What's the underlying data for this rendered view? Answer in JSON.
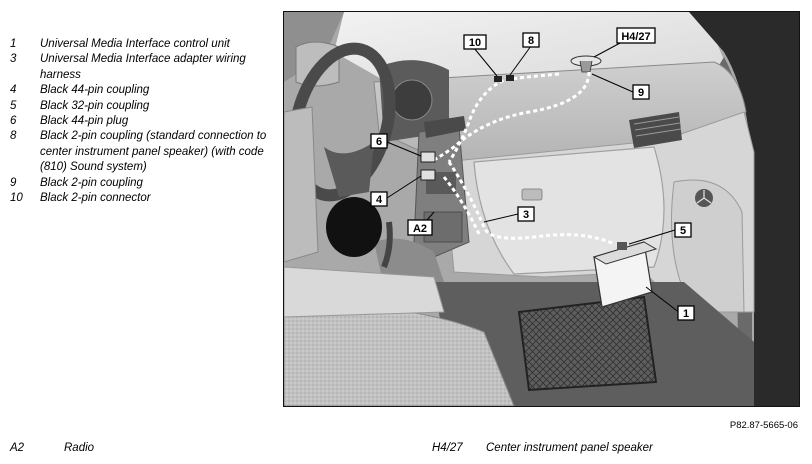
{
  "legend": [
    {
      "num": "1",
      "text": "Universal Media Interface control unit"
    },
    {
      "num": "3",
      "text": "Universal Media Interface adapter wiring harness"
    },
    {
      "num": "4",
      "text": "Black 44-pin coupling"
    },
    {
      "num": "5",
      "text": "Black 32-pin coupling"
    },
    {
      "num": "6",
      "text": "Black 44-pin plug"
    },
    {
      "num": "8",
      "text": "Black 2-pin coupling (standard connection to center instrument panel speaker) (with code (810) Sound system)"
    },
    {
      "num": "9",
      "text": "Black 2-pin coupling"
    },
    {
      "num": "10",
      "text": "Black 2-pin connector"
    }
  ],
  "callouts": {
    "c10": "10",
    "c8": "8",
    "c_h427": "H4/27",
    "c9": "9",
    "c6": "6",
    "c4": "4",
    "c3": "3",
    "c_a2": "A2",
    "c5": "5",
    "c1": "1"
  },
  "reference": "P82.87-5665-06",
  "bottom_left": {
    "code": "A2",
    "text": "Radio"
  },
  "bottom_right": {
    "code": "H4/27",
    "text": "Center instrument panel speaker"
  }
}
